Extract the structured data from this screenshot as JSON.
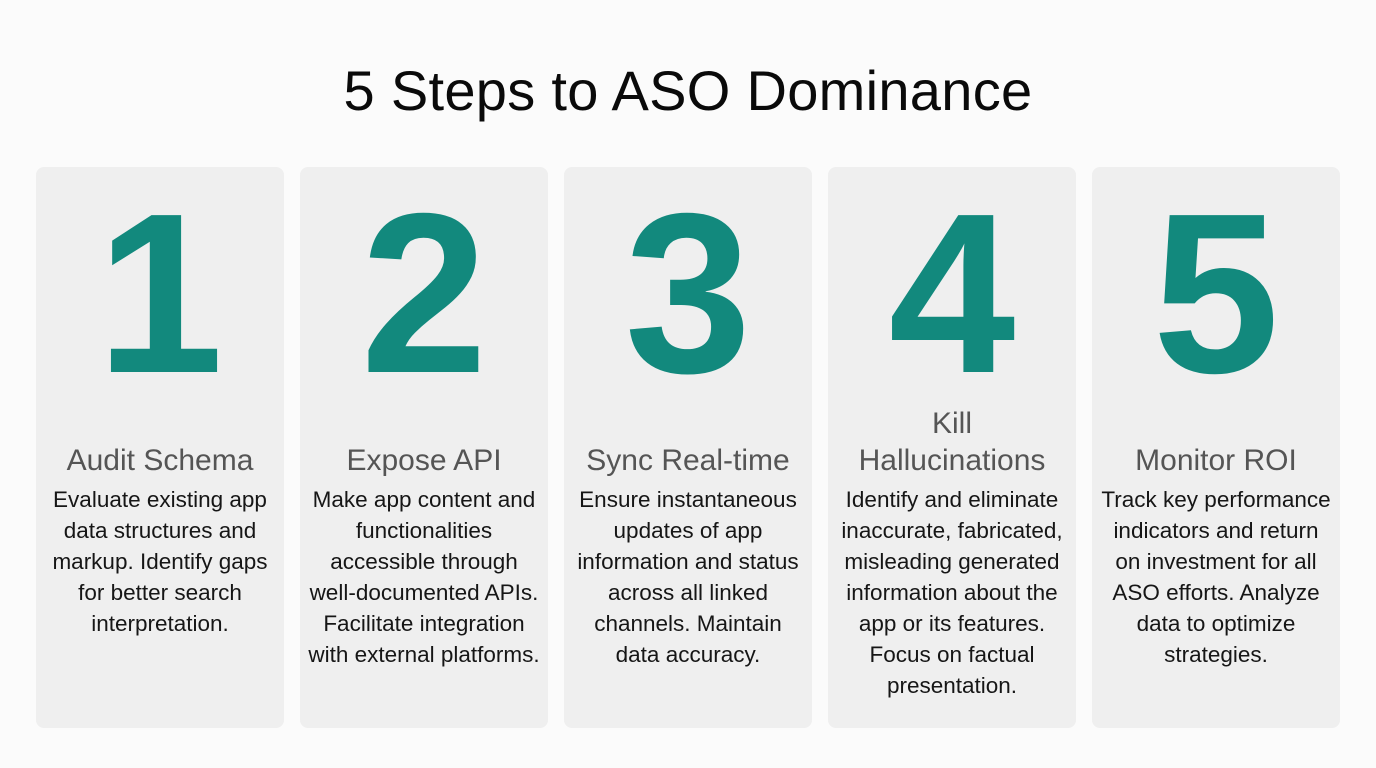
{
  "title": "5 Steps to ASO Dominance",
  "colors": {
    "accent": "#12897d",
    "card_bg": "#efefef",
    "heading": "#555555",
    "text": "#161616",
    "background": "#fbfbfb"
  },
  "steps": [
    {
      "number": "1",
      "heading": "Audit Schema",
      "description": "Evaluate existing app data structures and markup. Identify gaps for better search interpretation."
    },
    {
      "number": "2",
      "heading": "Expose API",
      "description": "Make app content and functionalities accessible through well-documented APIs. Facilitate integration with external platforms."
    },
    {
      "number": "3",
      "heading": "Sync Real-time",
      "description": "Ensure instantaneous updates of app information and status across all linked channels. Maintain data accuracy."
    },
    {
      "number": "4",
      "heading": "Kill Hallucinations",
      "description": "Identify and eliminate inaccurate, fabricated, misleading generated information about the app or its features. Focus on factual presentation."
    },
    {
      "number": "5",
      "heading": "Monitor ROI",
      "description": "Track key performance indicators and return on investment for all ASO efforts. Analyze data to optimize strategies."
    }
  ]
}
